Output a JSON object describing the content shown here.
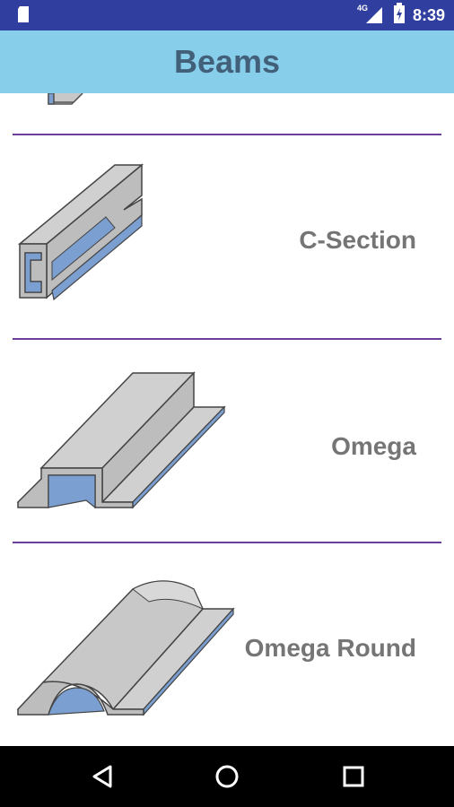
{
  "status_bar": {
    "time": "8:39",
    "network": "4G"
  },
  "toolbar": {
    "title": "Beams"
  },
  "items": [
    {
      "label": ""
    },
    {
      "label": "C-Section"
    },
    {
      "label": "Omega"
    },
    {
      "label": "Omega Round"
    }
  ],
  "colors": {
    "status_bar": "#303f9f",
    "toolbar": "#87ceeb",
    "title": "#43607a",
    "divider": "#6a3e99",
    "beam_gray": "#c8c8c8",
    "beam_blue": "#7b9fd0",
    "label": "#757575"
  },
  "icons": [
    "sd-card-icon",
    "signal-icon",
    "battery-icon",
    "back-icon",
    "home-icon",
    "recents-icon"
  ]
}
